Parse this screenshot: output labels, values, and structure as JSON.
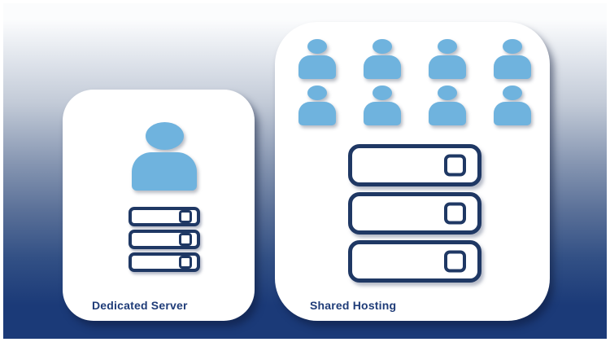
{
  "background": {
    "gradient_top": "#fbfcfd",
    "gradient_mid": "#8595b1",
    "gradient_bottom": "#1b3a78",
    "frame_color": "#ffffff"
  },
  "colors": {
    "person_blue": "#6fb3de",
    "navy": "#1f3864",
    "label_text": "#1f3c78",
    "card_bg": "#ffffff"
  },
  "icons": {
    "user": "person-silhouette",
    "server": "server-rack-row"
  },
  "cards": [
    {
      "id": "dedicated",
      "label": "Dedicated Server",
      "user_count": 1,
      "server_count": 3
    },
    {
      "id": "shared",
      "label": "Shared Hosting",
      "user_count": 8,
      "server_count": 3
    }
  ]
}
